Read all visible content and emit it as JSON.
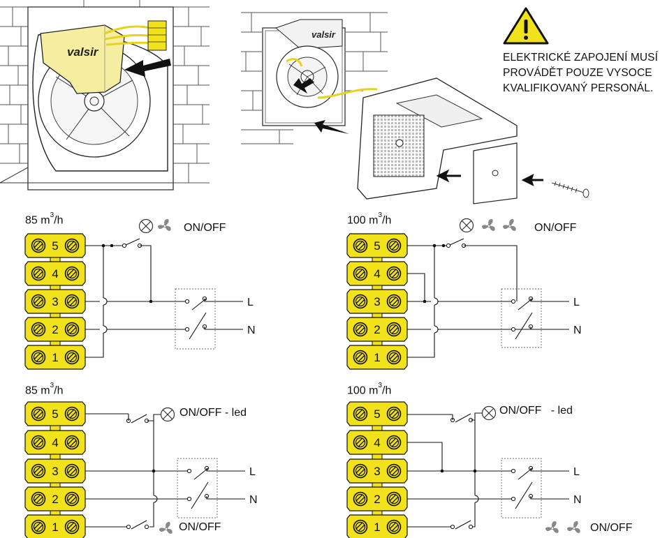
{
  "warning": {
    "lines": [
      "ELEKTRICKÉ ZAPOJENÍ MUSÍ",
      "PROVÁDĚT POUZE VYSOCE",
      "KVALIFIKOVANÝ PERSONÁL."
    ]
  },
  "brand": "valsir",
  "diagrams": [
    {
      "flow_value": "85 m",
      "flow_exp": "3",
      "flow_unit": "/h",
      "switch_label": "ON/OFF",
      "terminals": [
        "5",
        "4",
        "3",
        "2",
        "1"
      ],
      "line_l": "L",
      "line_n": "N"
    },
    {
      "flow_value": "100 m",
      "flow_exp": "3",
      "flow_unit": "/h",
      "switch_label": "ON/OFF",
      "terminals": [
        "5",
        "4",
        "3",
        "2",
        "1"
      ],
      "line_l": "L",
      "line_n": "N"
    },
    {
      "flow_value": "85 m",
      "flow_exp": "3",
      "flow_unit": "/h",
      "led_label": "ON/OFF - led",
      "fan_label": "ON/OFF",
      "terminals": [
        "5",
        "4",
        "3",
        "2",
        "1"
      ],
      "line_l": "L",
      "line_n": "N"
    },
    {
      "flow_value": "100 m",
      "flow_exp": "3",
      "flow_unit": "/h",
      "led_label": "ON/OFF   - led",
      "fan_label": "ON/OFF",
      "terminals": [
        "5",
        "4",
        "3",
        "2",
        "1"
      ],
      "line_l": "L",
      "line_n": "N"
    }
  ],
  "colors": {
    "terminal_yellow": "#f2e21c",
    "housing_yellow": "#f5eea0",
    "wire_yellow": "#e8d21a",
    "line": "#111111",
    "warning_yellow": "#f2e21c"
  }
}
